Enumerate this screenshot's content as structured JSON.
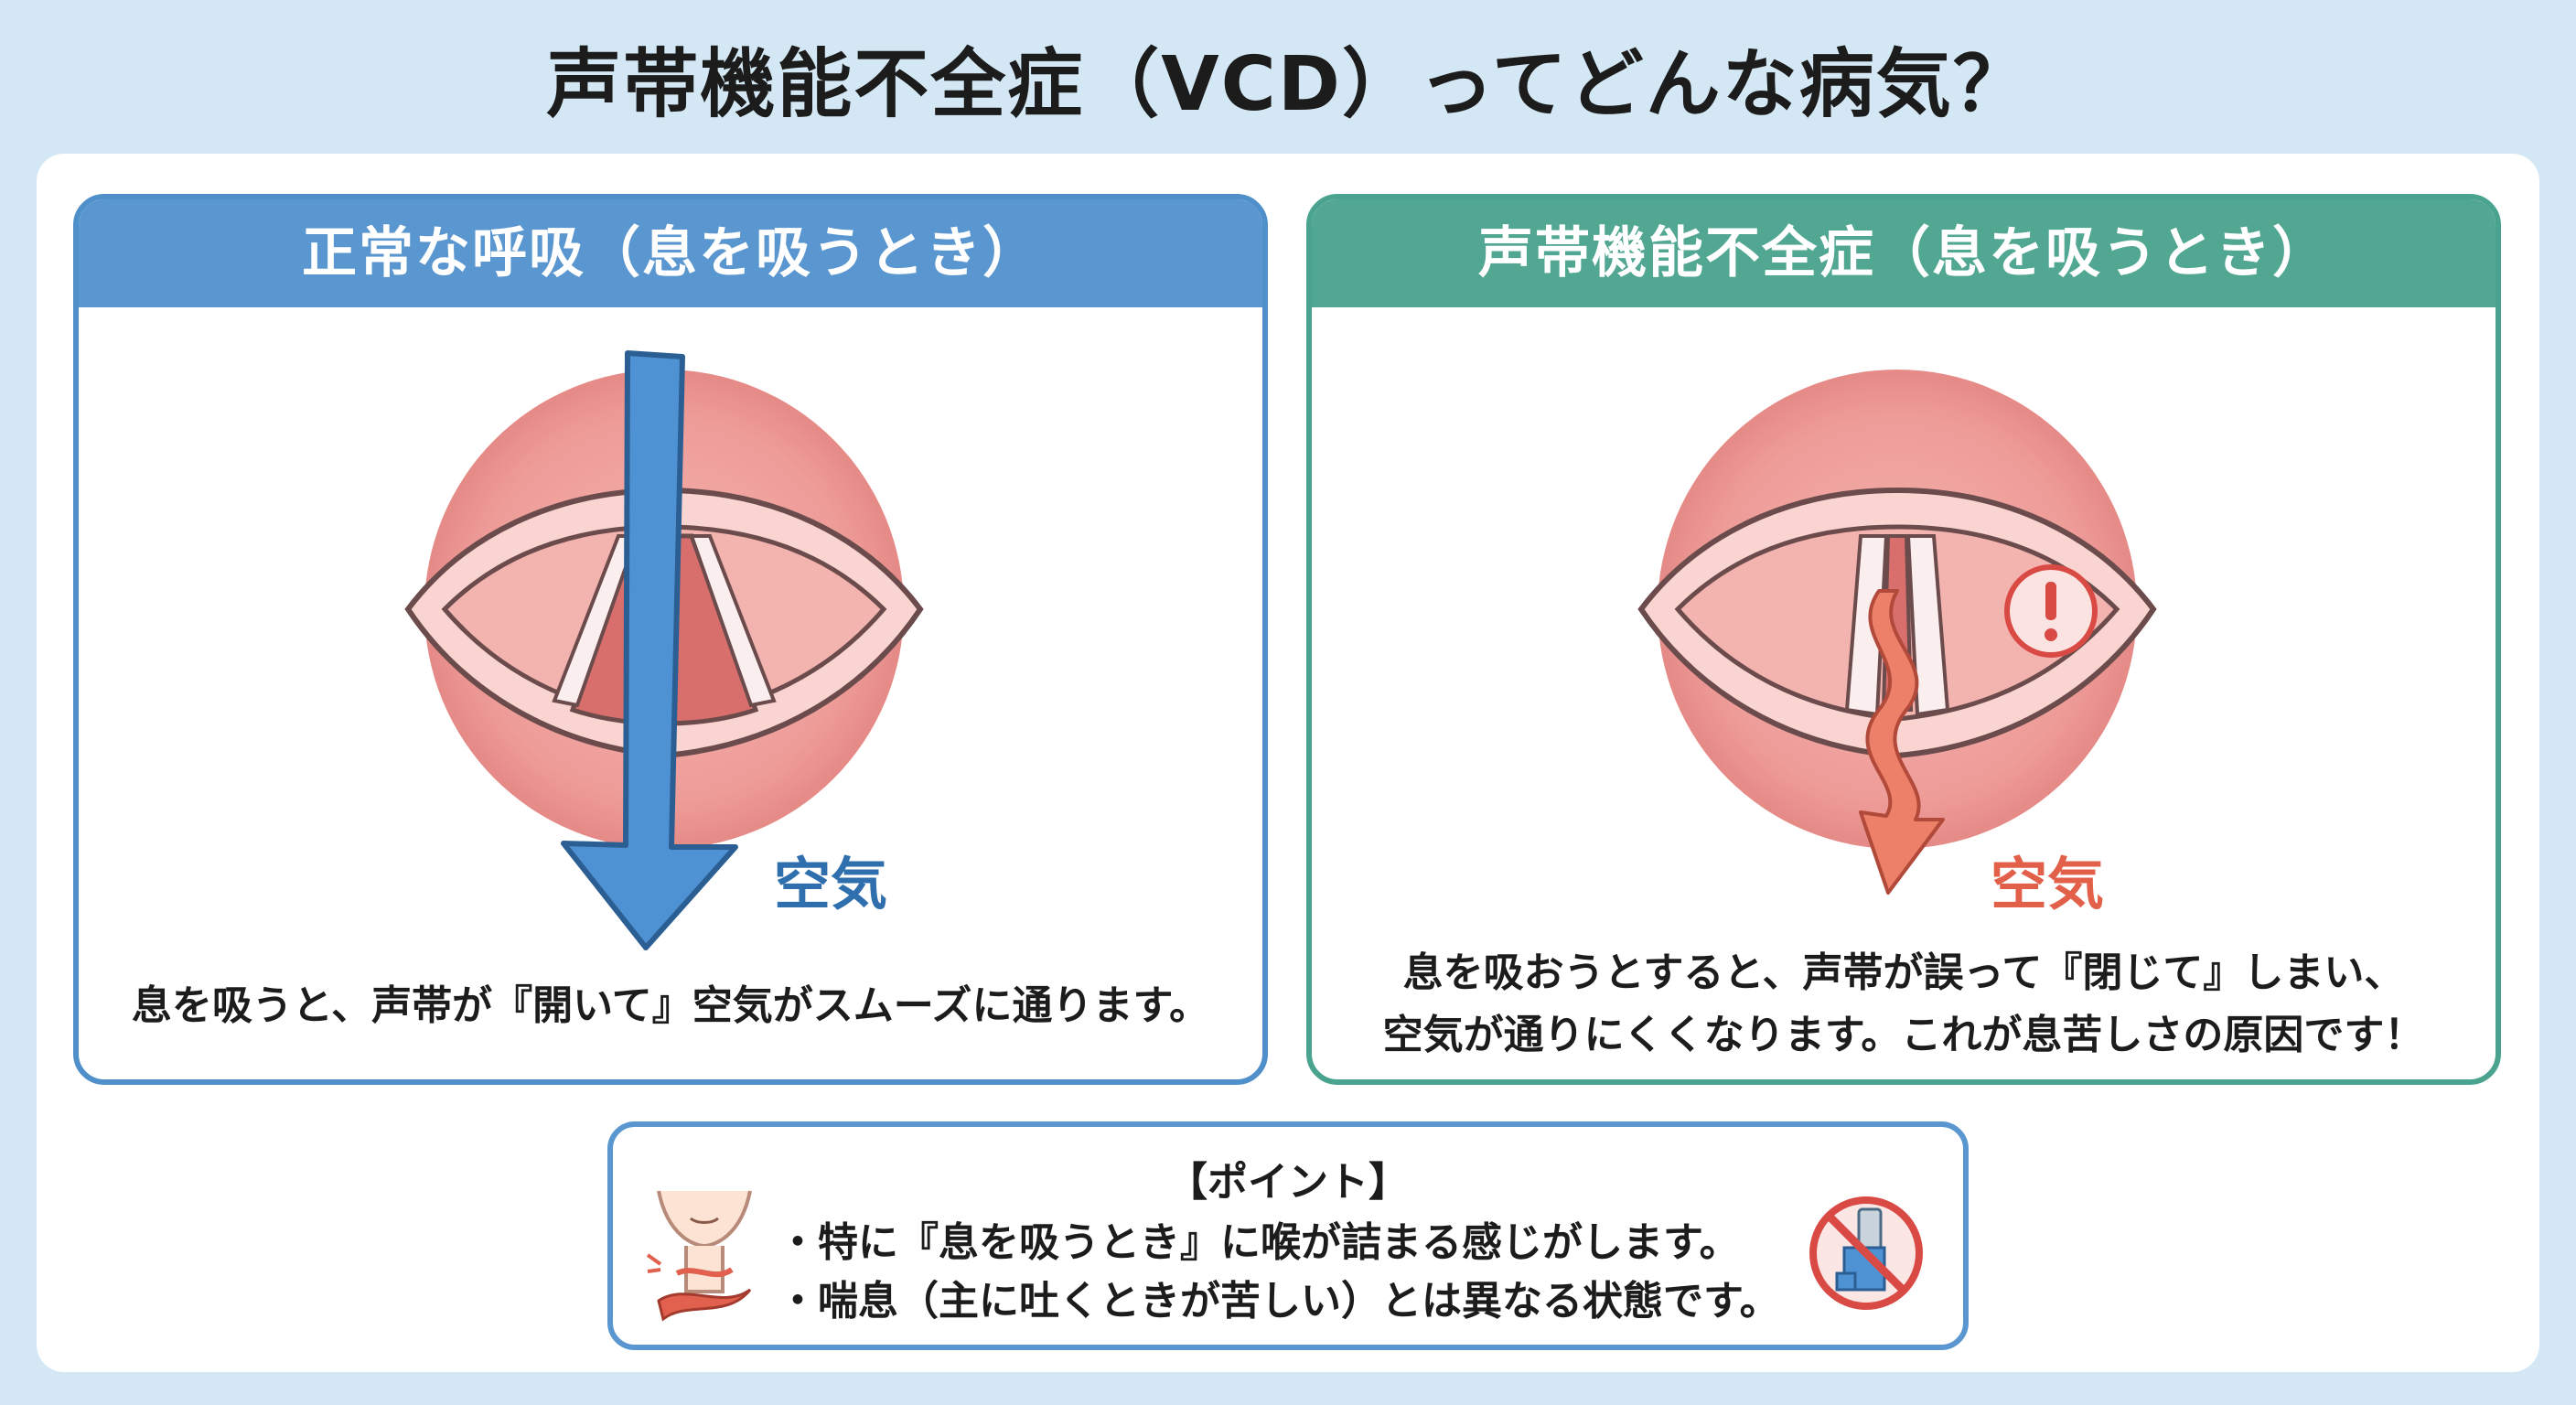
{
  "title": "声帯機能不全症（VCD）ってどんな病気？",
  "left_panel": {
    "heading": "正常な呼吸（息を吸うとき）",
    "air_label": "空気",
    "caption": "息を吸うと、声帯が『開いて』空気がスムーズに通ります。",
    "accent_color": "#5a96cf"
  },
  "right_panel": {
    "heading": "声帯機能不全症（息を吸うとき）",
    "air_label": "空気",
    "caption_line1": "息を吸おうとすると、声帯が誤って『閉じて』しまい、",
    "caption_line2": "空気が通りにくくなります。これが息苦しさの原因です！",
    "accent_color": "#52a793",
    "warning_icon": "exclamation-warning-icon"
  },
  "point_box": {
    "heading": "【ポイント】",
    "items": [
      "・特に『息を吸うとき』に喉が詰まる感じがします。",
      "・喘息（主に吐くときが苦しい）とは異なる状態です。"
    ],
    "left_icon": "throat-tightness-icon",
    "right_icon": "no-inhaler-icon"
  }
}
